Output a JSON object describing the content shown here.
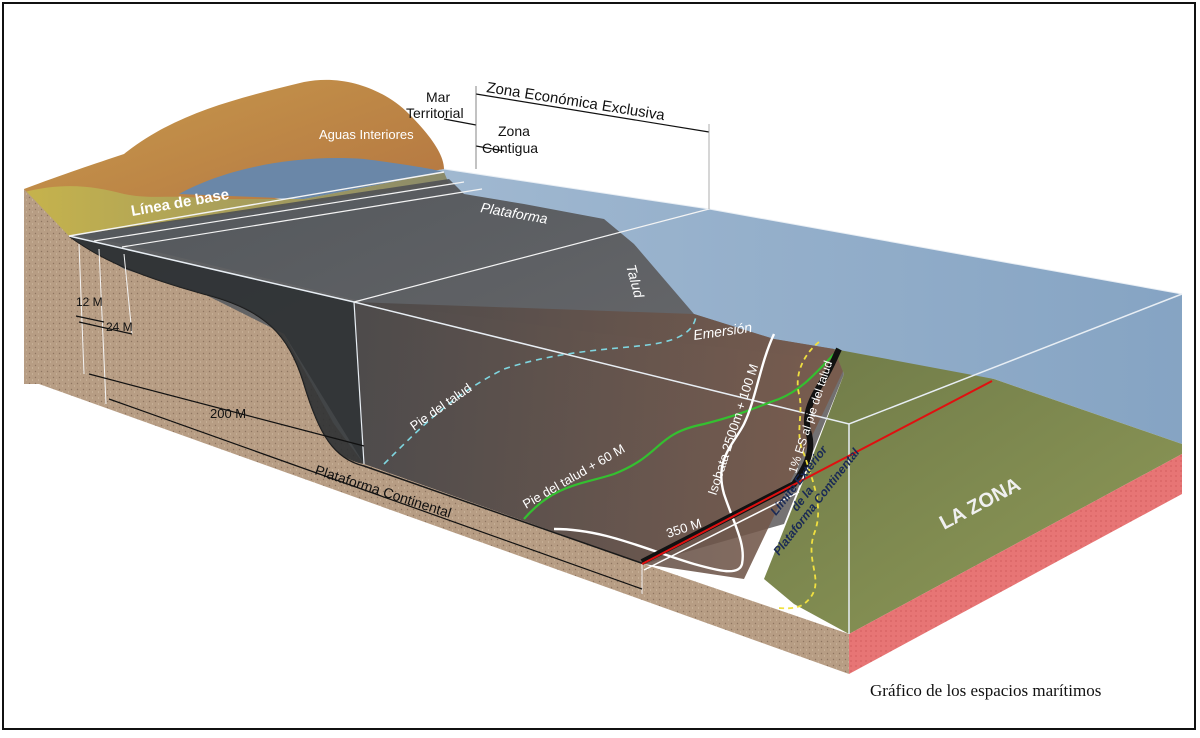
{
  "caption": "Gráfico de los espacios marítimos",
  "labels": {
    "mar_territorial_1": "Mar",
    "mar_territorial_2": "Territorial",
    "zee": "Zona Económica Exclusiva",
    "zona_contigua_1": "Zona",
    "zona_contigua_2": "Contigua",
    "aguas_interiores": "Aguas Interiores",
    "linea_base": "Línea de base",
    "plataforma": "Plataforma",
    "talud": "Talud",
    "emersion": "Emersión",
    "pie_talud": "Pie del talud",
    "pie_talud_60": "Pie del talud + 60 M",
    "isobata": "Isobata 2500m + 100 M",
    "espesor": "1% ES al pie del talud",
    "limite_1": "Límite Exterior",
    "limite_2": "de la",
    "limite_3": "Plataforma Continental",
    "m12": "12 M",
    "m24": "24 M",
    "m200": "200 M",
    "m350": "350 M",
    "plataforma_continental": "Plataforma Continental",
    "la_zona": "LA ZONA"
  },
  "colors": {
    "ocean": "#9fb7cf",
    "seabed_dark": "#3a3d3f",
    "earth": "#b89f86",
    "mountain": "#c89550",
    "zona_floor": "#7f8a4c",
    "zona_side": "#e87a7a",
    "limit_line": "#111111",
    "green_line": "#34c030",
    "yellow_dash": "#f0e040",
    "red_line": "#e01010"
  }
}
